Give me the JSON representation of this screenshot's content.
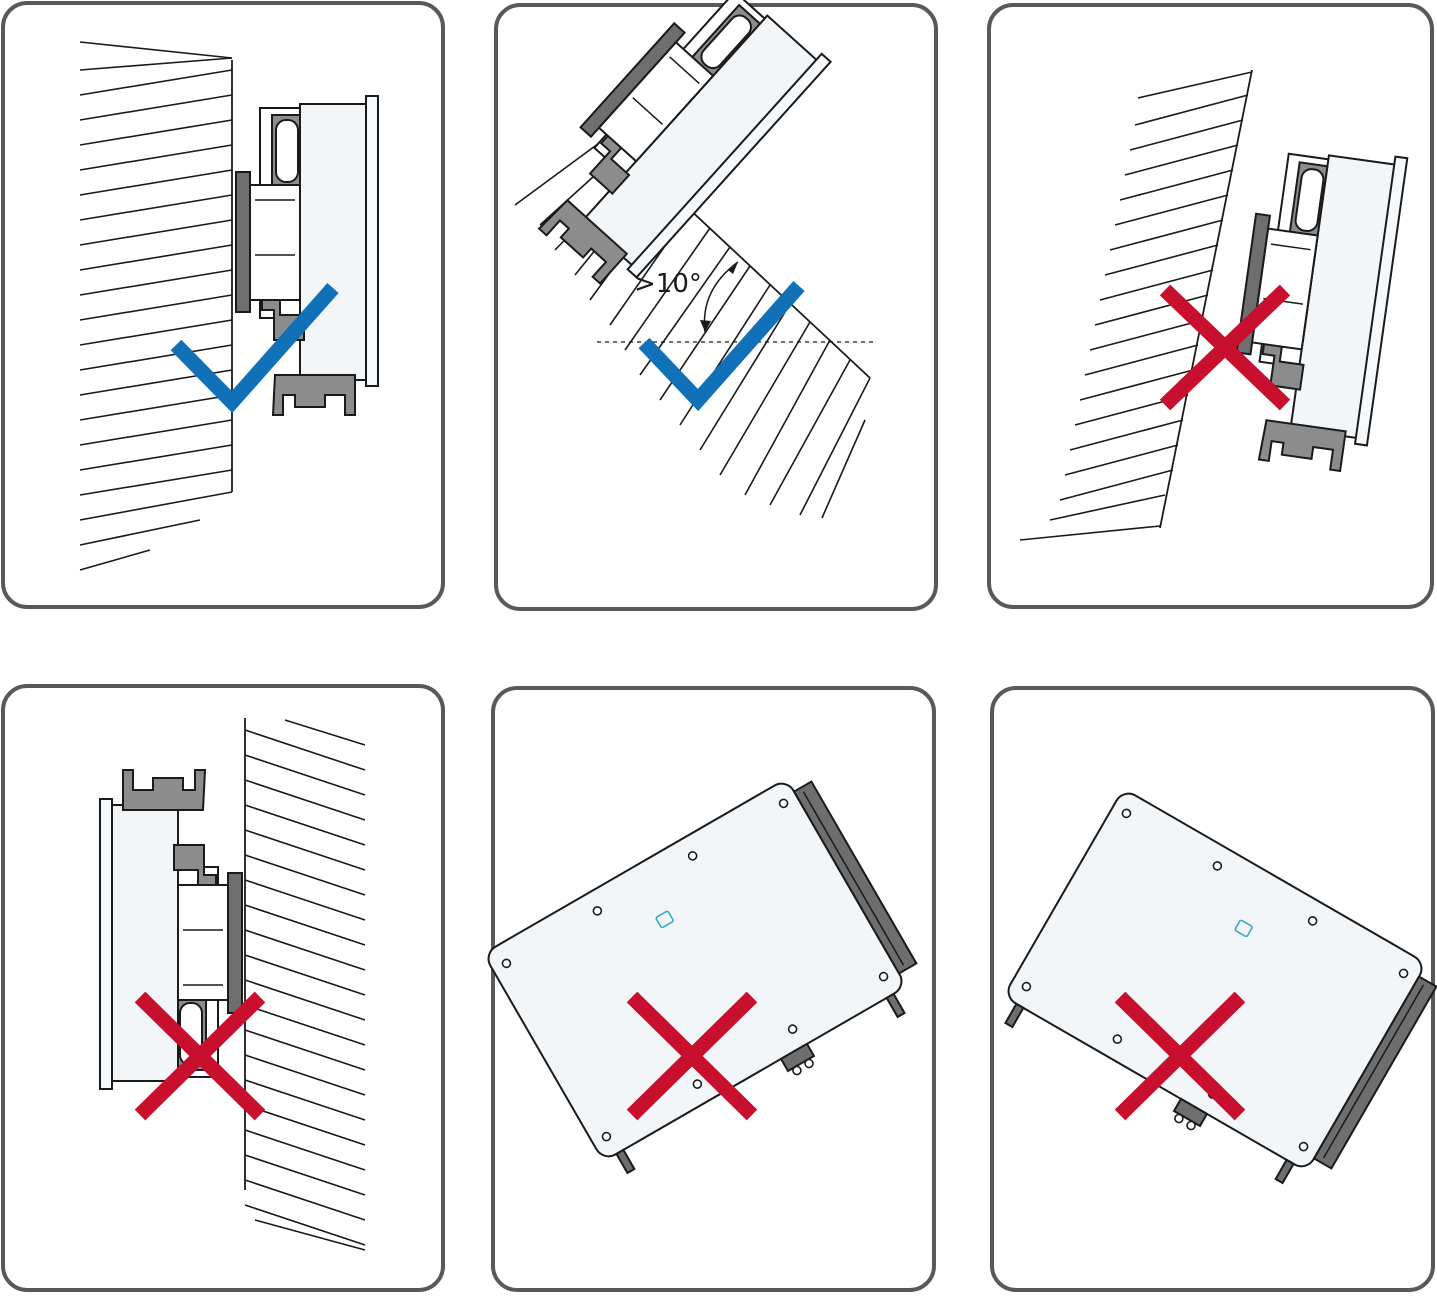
{
  "panels": [
    {
      "id": "vertical-wall",
      "verdict": "correct",
      "mark": "check-icon"
    },
    {
      "id": "tilted-back",
      "verdict": "correct",
      "mark": "check-icon",
      "angle_label": ">10°"
    },
    {
      "id": "tilted-forward",
      "verdict": "incorrect",
      "mark": "cross-icon"
    },
    {
      "id": "upside-down",
      "verdict": "incorrect",
      "mark": "cross-icon"
    },
    {
      "id": "tilted-left",
      "verdict": "incorrect",
      "mark": "cross-icon"
    },
    {
      "id": "tilted-right",
      "verdict": "incorrect",
      "mark": "cross-icon"
    }
  ],
  "colors": {
    "frame": "#58595b",
    "check": "#1070b8",
    "cross": "#c8102e",
    "metal": "#8c8c8c",
    "led": "#3aa9c4"
  }
}
